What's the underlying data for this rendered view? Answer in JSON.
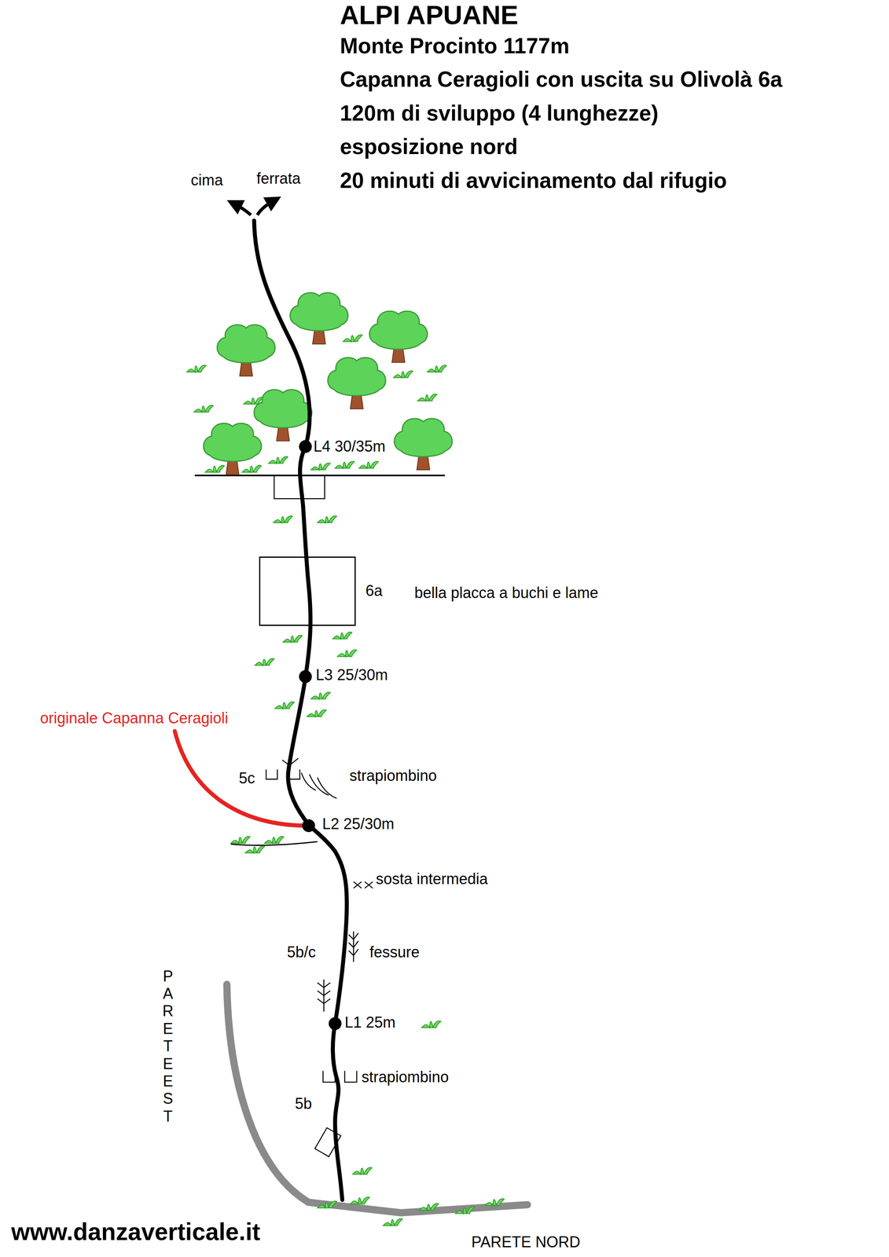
{
  "diagram": {
    "title": "ALPI APUANE",
    "labels": [
      "Monte Procinto 1177m",
      "Capanna Ceragioli con uscita su Olivolà 6a",
      "120m di sviluppo (4 lunghezze)",
      "esposizione nord",
      "20 minuti di avvicinamento dal rifugio",
      "cima",
      "ferrata",
      "L4 30/35m",
      "6a",
      "bella placca a buchi e lame",
      "L3 25/30m",
      "originale Capanna Ceragioli",
      "5c",
      "strapiombino",
      "L2 25/30m",
      "sosta intermedia",
      "5b/c",
      "fessure",
      "L1 25m",
      "strapiombino",
      "5b",
      "PARETE EST",
      "www.danzaverticale.it",
      "PARETE NORD"
    ]
  }
}
